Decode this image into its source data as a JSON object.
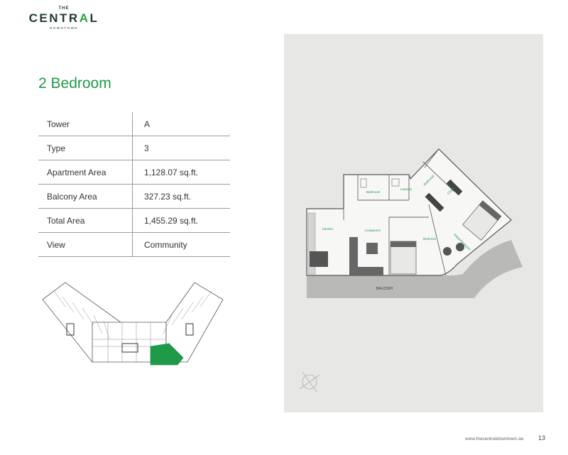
{
  "brand": {
    "the": "THE",
    "central_pre": "CENTR",
    "central_accent": "A",
    "central_post": "L",
    "downtown": "DOWNTOWN"
  },
  "unit": {
    "title": "2 Bedroom"
  },
  "specs": [
    {
      "label": "Tower",
      "value": "A"
    },
    {
      "label": "Type",
      "value": "3"
    },
    {
      "label": "Apartment Area",
      "value": "1,128.07 sq.ft."
    },
    {
      "label": "Balcony Area",
      "value": "327.23 sq.ft."
    },
    {
      "label": "Total Area",
      "value": "1,455.29 sq.ft."
    },
    {
      "label": "View",
      "value": "Community"
    }
  ],
  "plan": {
    "rooms": {
      "kitchen": "Kitchen",
      "livingroom": "Livingroom",
      "bathroom": "Bathroom",
      "laundry": "Laundry",
      "bedroom": "Bedroom",
      "bathroom2": "Bathroom",
      "closet": "Closet",
      "master_bedroom": "Masterbedroom",
      "balcony": "BALCONY"
    },
    "colors": {
      "panel": "#e7e7e6",
      "interior": "#f7f7f6",
      "balcony": "#b9b9b7",
      "label": "#1f9a48",
      "highlight": "#1f9a48"
    }
  },
  "footer": {
    "url": "www.thecentraldowntown.ae",
    "page": "13"
  }
}
